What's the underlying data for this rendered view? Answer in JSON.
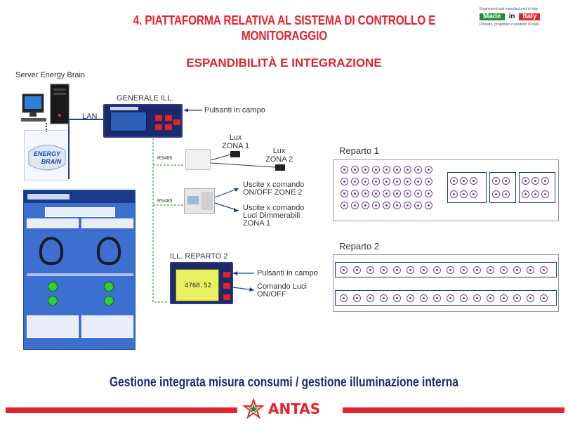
{
  "header": {
    "title_line1": "4.  PIATTAFORMA RELATIVA AL SISTEMA DI CONTROLLO E",
    "title_line2": "MONITORAGGIO",
    "subtitle": "ESPANDIBILITÀ E INTEGRAZIONE"
  },
  "badge": {
    "top_text": "Engineered and manufactured in Italy",
    "made": "Made",
    "in": "in",
    "italy": "Italy",
    "bottom_text": "Pensato, progettato e prodotto in Italia"
  },
  "diagram": {
    "server_label": "Server Energy Brain",
    "lan_label": "LAN",
    "generale_label": "GENERALE ILL.",
    "pulsanti_campo_1": "Pulsanti in campo",
    "rs485_1": "RS485",
    "rs485_2": "RS485",
    "lux_z1": "Lux\nZONA 1",
    "lux_z2": "Lux\nZONA 2",
    "uscite_onoff": "Uscite x comando\nON/OFF ZONE 2",
    "uscite_dimm": "Uscite x comando\nLuci Dimmerabili\nZONA 1",
    "ill_reparto2": "ILL. REPARTO 2",
    "pulsanti_campo_2": "Pulsanti in campo",
    "comando_luci": "Comando Luci\nON/OFF",
    "energy_brain_logo": "ENERGY BRAIN",
    "device_display_value": "4768.52"
  },
  "reparti": {
    "reparto1": "Reparto 1",
    "reparto2": "Reparto 2"
  },
  "footer": {
    "tagline": "Gestione integrata misura consumi / gestione illuminazione interna",
    "brand": "ANTAS"
  },
  "colors": {
    "accent_red": "#e8232a",
    "navy": "#1e2a72",
    "lamp_purple": "#6b3aa0"
  }
}
